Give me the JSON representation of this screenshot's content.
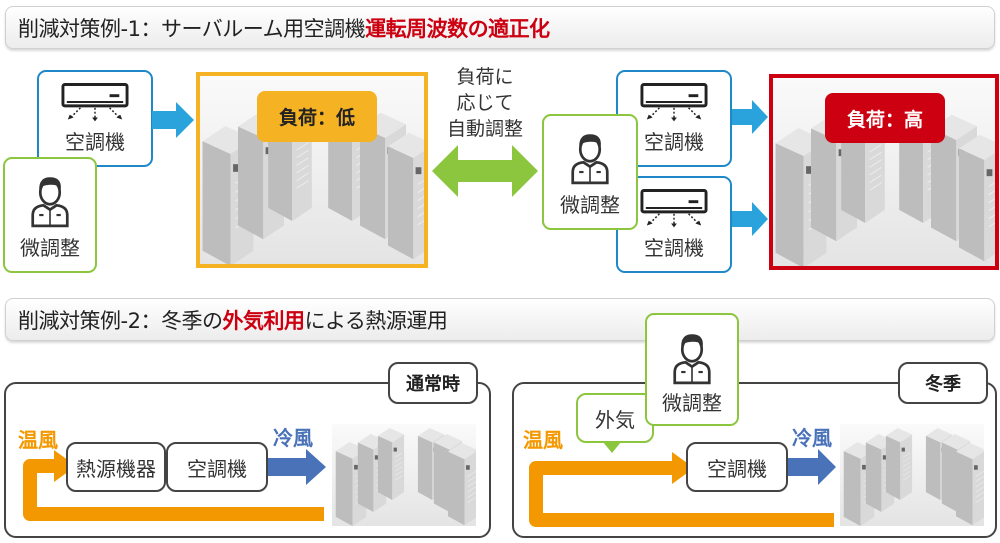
{
  "section1": {
    "title_prefix": "削減対策例-1：サーバルーム用空調機 ",
    "title_highlight": "運転周波数の適正化",
    "left": {
      "aircon_label": "空調機",
      "person_label": "微調整",
      "load_badge": "負荷：低"
    },
    "middle": {
      "line1": "負荷に",
      "line2": "応じて",
      "line3": "自動調整"
    },
    "right": {
      "person_label": "微調整",
      "aircon_top_label": "空調機",
      "aircon_bottom_label": "空調機",
      "load_badge": "負荷：高"
    }
  },
  "section2": {
    "title_prefix": "削減対策例-2：冬季の",
    "title_highlight": "外気利用",
    "title_suffix": "による熱源運用",
    "normal": {
      "tag": "通常時",
      "warm_label": "温風",
      "cool_label": "冷風",
      "heat_source_label": "熱源機器",
      "aircon_label": "空調機"
    },
    "winter": {
      "tag": "冬季",
      "warm_label": "温風",
      "cool_label": "冷風",
      "outside_air_label": "外気",
      "person_label": "微調整",
      "aircon_label": "空調機"
    }
  },
  "colors": {
    "highlight_red": "#cc0010",
    "low_load": "#f5b324",
    "high_load": "#cc0010",
    "aircon_blue": "#1e88c8",
    "arrow_blue": "#2aa3dd",
    "person_green": "#8cc63f",
    "warm_orange": "#f39800",
    "cool_blue": "#4a72b8"
  }
}
